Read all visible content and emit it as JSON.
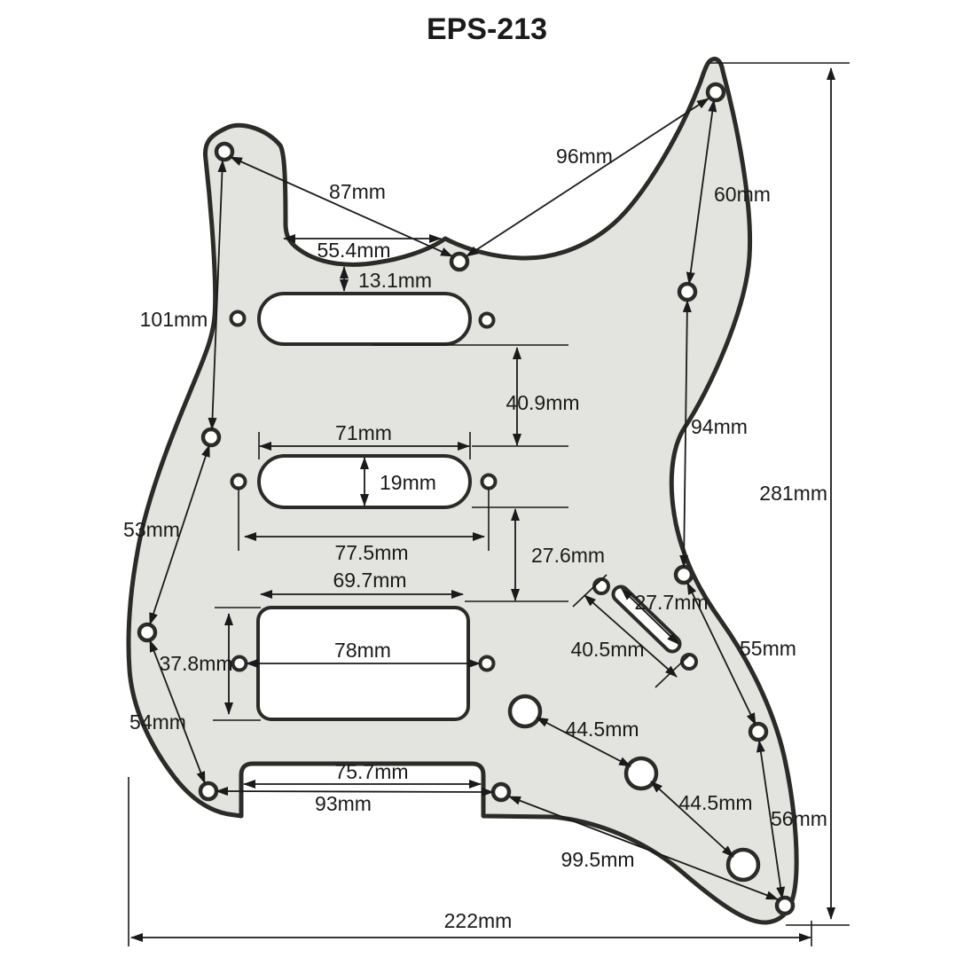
{
  "title": "EPS-213",
  "labels": {
    "d87": "87mm",
    "d96": "96mm",
    "d60": "60mm",
    "d554": "55.4mm",
    "d131": "13.1mm",
    "d101": "101mm",
    "d409": "40.9mm",
    "d71": "71mm",
    "d19": "19mm",
    "d94": "94mm",
    "d281": "281mm",
    "d53": "53mm",
    "d775": "77.5mm",
    "d276": "27.6mm",
    "d697": "69.7mm",
    "d277": "27.7mm",
    "d405": "40.5mm",
    "d55": "55mm",
    "d378": "37.8mm",
    "d78": "78mm",
    "d54": "54mm",
    "d445a": "44.5mm",
    "d445b": "44.5mm",
    "d757": "75.7mm",
    "d93": "93mm",
    "d56": "56mm",
    "d995": "99.5mm",
    "d222": "222mm"
  },
  "measurements_mm": [
    87,
    96,
    60,
    55.4,
    13.1,
    101,
    40.9,
    71,
    19,
    94,
    281,
    53,
    77.5,
    27.6,
    69.7,
    27.7,
    40.5,
    55,
    37.8,
    78,
    54,
    44.5,
    44.5,
    75.7,
    93,
    56,
    99.5,
    222
  ],
  "colors": {
    "background": "#ffffff",
    "pickguard_fill": "#e3e3e0",
    "outline": "#2b2b28",
    "dimension_lines": "#1a1a1a"
  }
}
